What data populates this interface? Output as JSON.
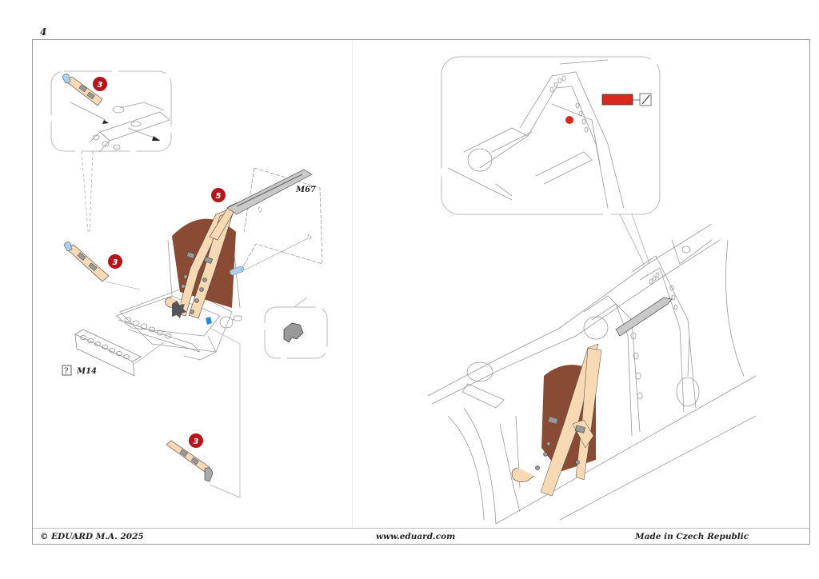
{
  "page": {
    "number": "4"
  },
  "callouts": {
    "step_3_detail": "3",
    "step_3_left": "3",
    "step_5": "5",
    "step_3_bottom": "3"
  },
  "part_labels": {
    "panel": "M67",
    "footrest_box": "?",
    "footrest": "M14"
  },
  "paint": {
    "swatch_color": "#d9281e",
    "swatch_symbol": "paint-stroke"
  },
  "colors": {
    "strap": "#f7d9b4",
    "cushion": "#8a4b34",
    "metal": "#a8a8a8",
    "badge": "#b3151a",
    "plastic_highlight": "#a9d3ee"
  },
  "footer": {
    "copyright": "© EDUARD  M.A. 2025",
    "website": "www.eduard.com",
    "origin": "Made in Czech Republic"
  }
}
